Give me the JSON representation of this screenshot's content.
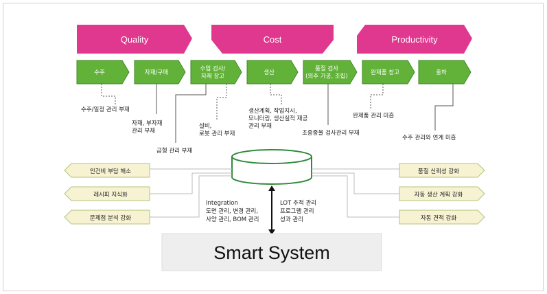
{
  "header_boxes": [
    {
      "label": "Quality",
      "color": "#e0388f"
    },
    {
      "label": "Cost",
      "color": "#e0388f"
    },
    {
      "label": "Productivity",
      "color": "#e0388f"
    }
  ],
  "process_steps": [
    {
      "label": [
        "수주"
      ]
    },
    {
      "label": [
        "자재/구매"
      ]
    },
    {
      "label": [
        "수입 검사/",
        "자재 창고"
      ]
    },
    {
      "label": [
        "생산"
      ]
    },
    {
      "label": [
        "품질 검사",
        "(외주 가공, 조립)"
      ]
    },
    {
      "label": [
        "완제품 창고"
      ]
    },
    {
      "label": [
        "출하"
      ]
    }
  ],
  "problems": [
    {
      "lines": [
        "수주/일정 관리 부재"
      ]
    },
    {
      "lines": [
        "자재, 부자재",
        "관리 부재"
      ]
    },
    {
      "lines": [
        "금형 관리 부재"
      ]
    },
    {
      "lines": [
        "설비,",
        "로봇 관리 부재"
      ]
    },
    {
      "lines": [
        "생산계획, 작업지시,",
        "모니터링, 생산실적 재공",
        "관리 부재"
      ]
    },
    {
      "lines": [
        "초중종물 검사관리 부재"
      ]
    },
    {
      "lines": [
        "완제품 관리 미흡"
      ]
    },
    {
      "lines": [
        "수주 관리와 연계 미흡"
      ]
    }
  ],
  "left_outcomes": [
    {
      "label": "인건비 부담 해소"
    },
    {
      "label": "레시피 지식화"
    },
    {
      "label": "문제점 분석 강화"
    }
  ],
  "right_outcomes": [
    {
      "label": "품질 신뢰성 강화"
    },
    {
      "label": "자동 생산 계획 강화"
    },
    {
      "label": "자동 견적 강화"
    }
  ],
  "integration_text": [
    "Integration",
    "도면 관리, 변경 관리,",
    "사양 관리, BOM 관리"
  ],
  "lot_text": [
    "LOT 추적 관리",
    "프로그램 관리",
    "성과 관리"
  ],
  "system_label": "Smart System",
  "colors": {
    "header": "#e0388f",
    "process_fill": "#62b23a",
    "process_stroke": "#3f8a26",
    "outcome_fill": "#f6f2d2",
    "outcome_stroke": "#b3c47c",
    "db_stroke": "#2f8a3c",
    "system_fill": "#eeeeee"
  }
}
